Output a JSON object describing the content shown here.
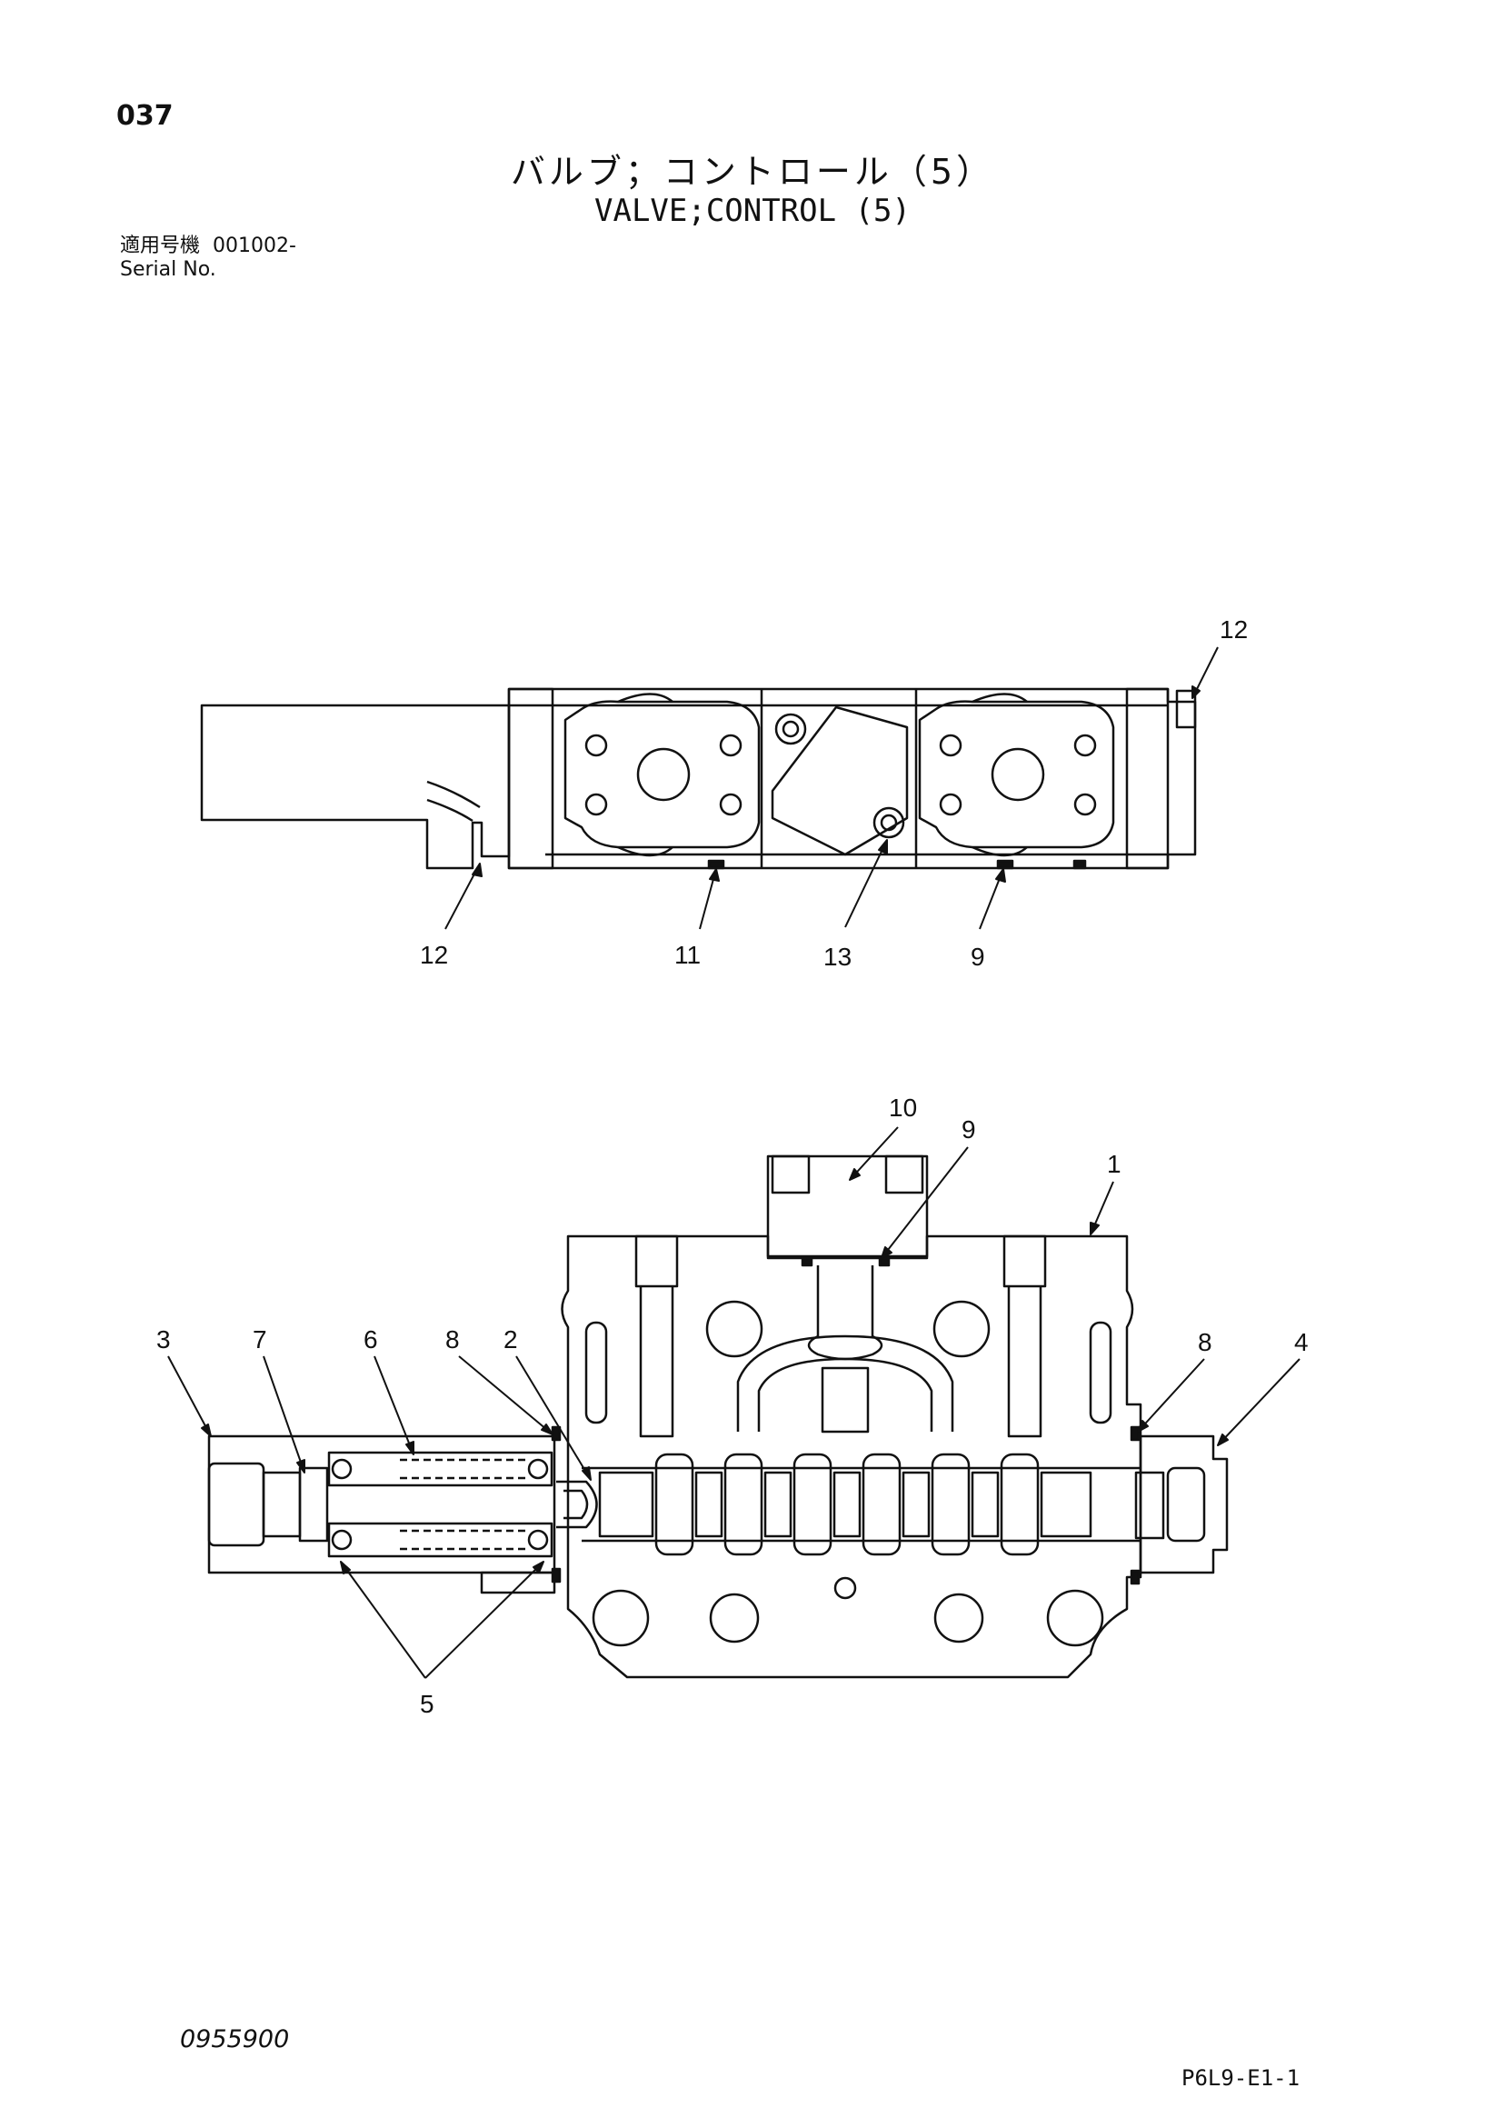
{
  "header": {
    "page_number": "037",
    "title_jp": "バルブ；コントロール（5）",
    "title_en": "VALVE;CONTROL (5)",
    "serial_label_jp": "適用号機",
    "serial_value": "001002-",
    "serial_label_en": "Serial No."
  },
  "callouts": {
    "top_12_right": "12",
    "top_12_left": "12",
    "top_11": "11",
    "top_13": "13",
    "top_9": "9",
    "bot_10": "10",
    "bot_9": "9",
    "bot_1": "1",
    "bot_3": "3",
    "bot_7": "7",
    "bot_6": "6",
    "bot_8_left": "8",
    "bot_2": "2",
    "bot_8_right": "8",
    "bot_4": "4",
    "bot_5": "5"
  },
  "footer": {
    "doc_code": "0955900",
    "ref_code": "P6L9-E1-1"
  }
}
